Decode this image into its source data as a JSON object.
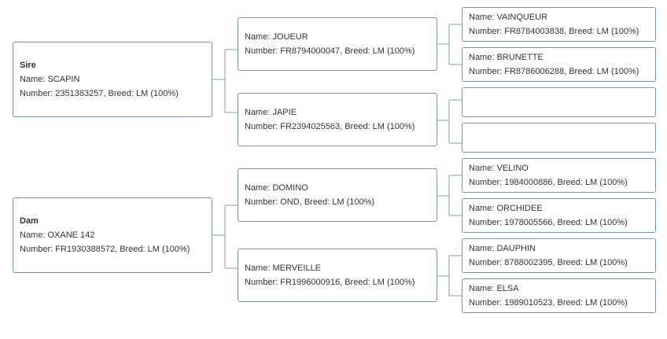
{
  "labels": {
    "name": "Name: ",
    "number": "Number: ",
    "breed": ", Breed: "
  },
  "sire": {
    "title": "Sire",
    "name": "SCAPIN",
    "number": "2351383257",
    "breed": "LM (100%)",
    "sire": {
      "name": "JOUEUR",
      "number": "FR8794000047",
      "breed": "LM (100%)",
      "sire": {
        "name": "VAINQUEUR",
        "number": "FR8784003838",
        "breed": "LM (100%)"
      },
      "dam": {
        "name": "BRUNETTE",
        "number": "FR8786006288",
        "breed": "LM (100%)"
      }
    },
    "dam": {
      "name": "JAPIE",
      "number": "FR2394025563",
      "breed": "LM (100%)"
    }
  },
  "dam": {
    "title": "Dam",
    "name": "OXANE 142",
    "number": "FR1930388572",
    "breed": "LM (100%)",
    "sire": {
      "name": "DOMINO",
      "number": "OND",
      "breed": "LM (100%)",
      "sire": {
        "name": "VELINO",
        "number": "1984000886",
        "breed": "LM (100%)"
      },
      "dam": {
        "name": "ORCHIDEE",
        "number": "1978005566",
        "breed": "LM (100%)"
      }
    },
    "dam": {
      "name": "MERVEILLE",
      "number": "FR1996000916",
      "breed": "LM (100%)",
      "sire": {
        "name": "DAUPHIN",
        "number": "8788002395",
        "breed": "LM (100%)"
      },
      "dam": {
        "name": "ELSA",
        "number": "1989010523",
        "breed": "LM (100%)"
      }
    }
  }
}
